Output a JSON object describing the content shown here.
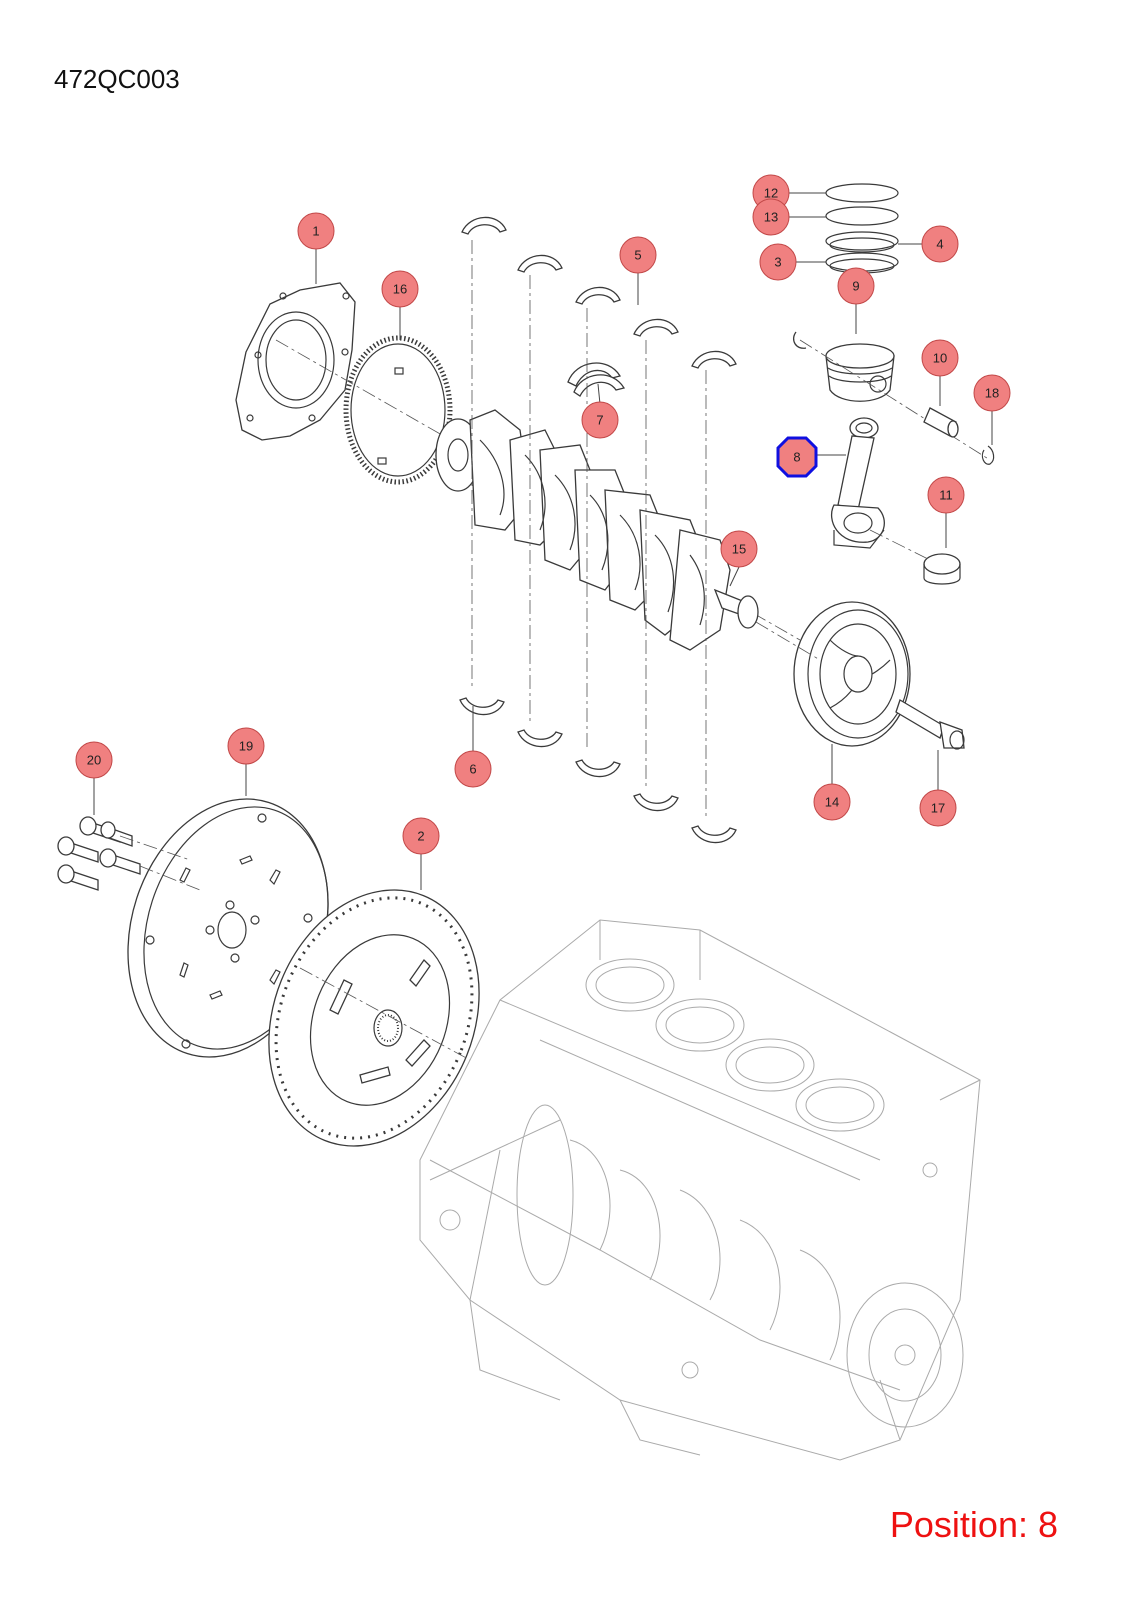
{
  "title": "472QC003",
  "selected_position_text": "Position: 8",
  "selected_callout": "8",
  "colors": {
    "callout_fill": "#f08080",
    "callout_stroke": "#c24848",
    "selected_stroke": "#1010e0",
    "position_text": "#ee1111",
    "line_art": "#3a3a3a"
  },
  "callouts": [
    {
      "label": "1",
      "part": "rear-oil-seal-housing"
    },
    {
      "label": "2",
      "part": "clutch-disc"
    },
    {
      "label": "3",
      "part": "piston-ring"
    },
    {
      "label": "4",
      "part": "piston-ring"
    },
    {
      "label": "5",
      "part": "upper-main-bearing-shell"
    },
    {
      "label": "6",
      "part": "lower-main-bearing-shell"
    },
    {
      "label": "7",
      "part": "thrust-washer"
    },
    {
      "label": "8",
      "part": "connecting-rod"
    },
    {
      "label": "9",
      "part": "piston"
    },
    {
      "label": "10",
      "part": "piston-pin"
    },
    {
      "label": "11",
      "part": "connecting-rod-bearing"
    },
    {
      "label": "12",
      "part": "piston-ring"
    },
    {
      "label": "13",
      "part": "piston-ring"
    },
    {
      "label": "14",
      "part": "crankshaft-pulley"
    },
    {
      "label": "15",
      "part": "crankshaft"
    },
    {
      "label": "16",
      "part": "reluctor-ring"
    },
    {
      "label": "17",
      "part": "pulley-bolt"
    },
    {
      "label": "18",
      "part": "piston-pin-circlip"
    },
    {
      "label": "19",
      "part": "flexplate"
    },
    {
      "label": "20",
      "part": "flexplate-bolt"
    }
  ]
}
